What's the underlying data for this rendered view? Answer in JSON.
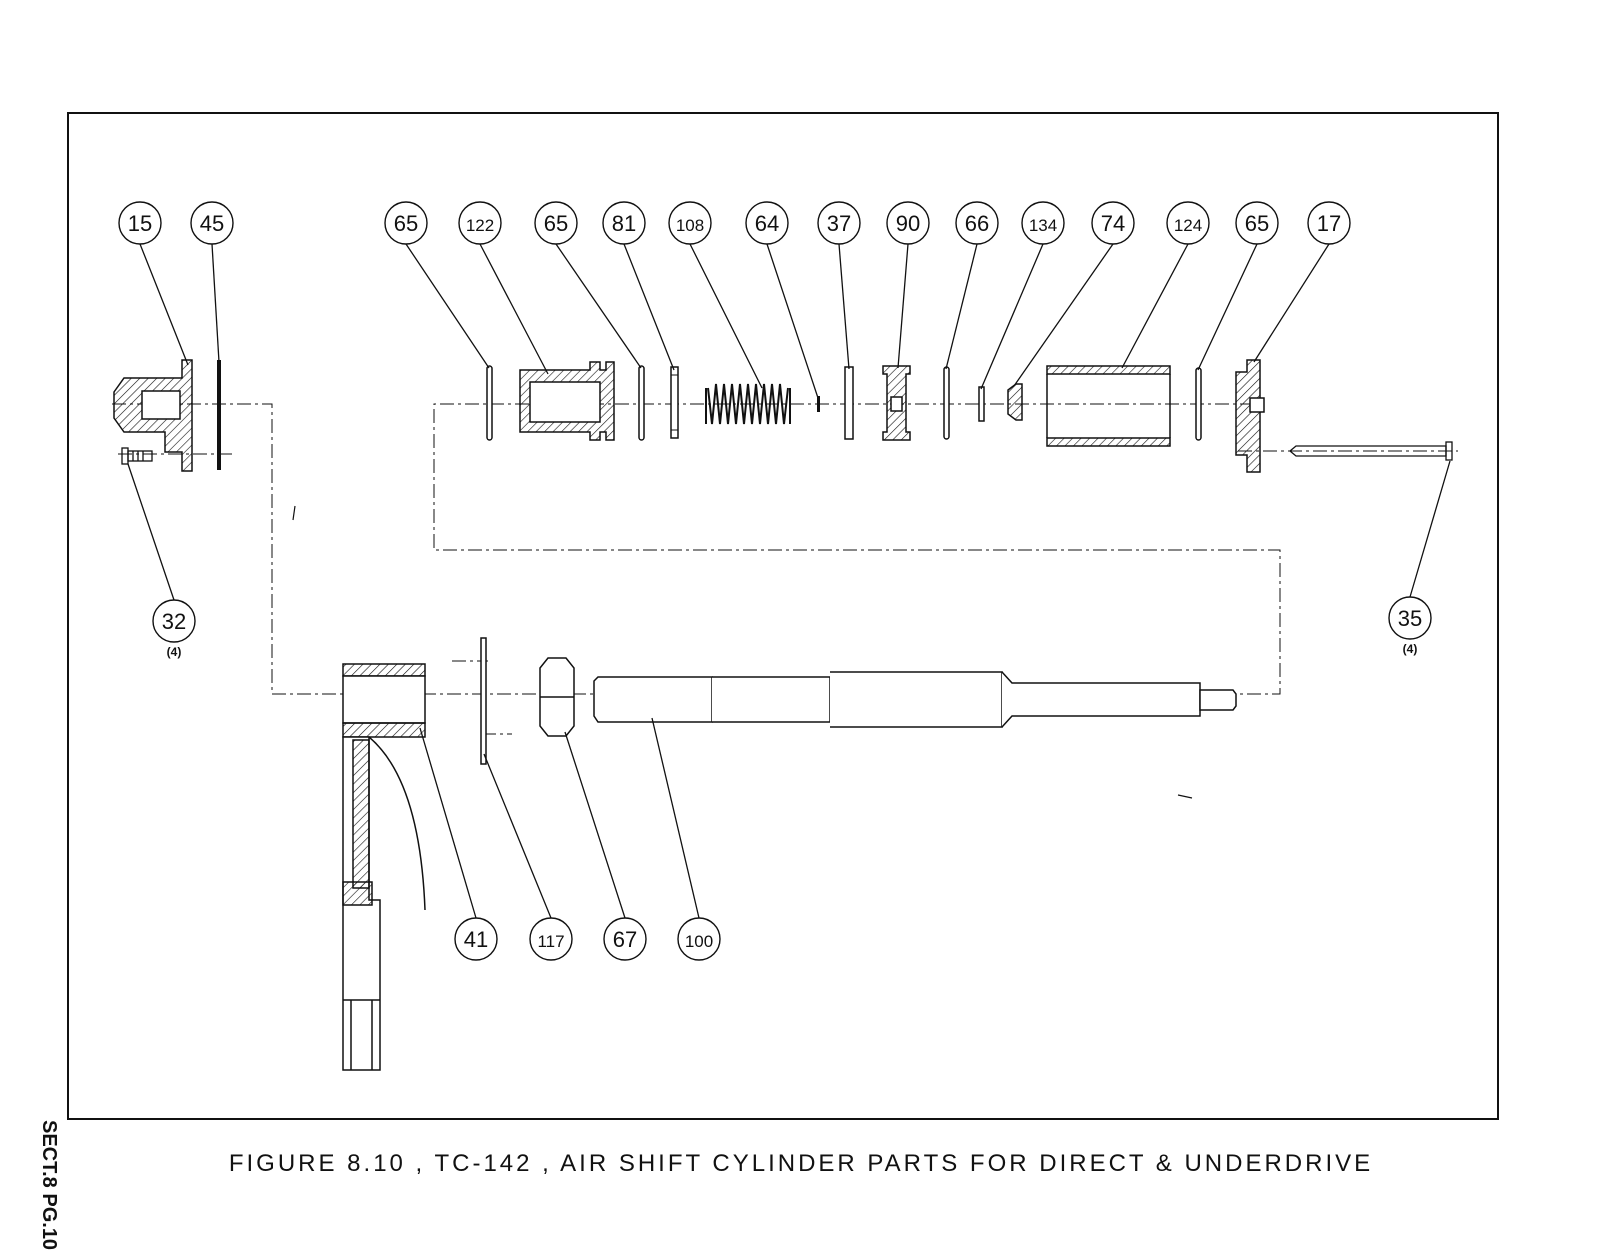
{
  "figure": {
    "caption": "FIGURE 8.10 , TC-142 , AIR SHIFT CYLINDER PARTS FOR DIRECT & UNDERDRIVE",
    "section_label": "SECT.8 PG.10"
  },
  "callouts": [
    {
      "id": "c15",
      "label": "15",
      "qty": ""
    },
    {
      "id": "c45",
      "label": "45",
      "qty": ""
    },
    {
      "id": "c65a",
      "label": "65",
      "qty": ""
    },
    {
      "id": "c122",
      "label": "122",
      "qty": ""
    },
    {
      "id": "c65b",
      "label": "65",
      "qty": ""
    },
    {
      "id": "c81",
      "label": "81",
      "qty": ""
    },
    {
      "id": "c108",
      "label": "108",
      "qty": ""
    },
    {
      "id": "c64",
      "label": "64",
      "qty": ""
    },
    {
      "id": "c37",
      "label": "37",
      "qty": ""
    },
    {
      "id": "c90",
      "label": "90",
      "qty": ""
    },
    {
      "id": "c66",
      "label": "66",
      "qty": ""
    },
    {
      "id": "c134",
      "label": "134",
      "qty": ""
    },
    {
      "id": "c74",
      "label": "74",
      "qty": ""
    },
    {
      "id": "c124",
      "label": "124",
      "qty": ""
    },
    {
      "id": "c65c",
      "label": "65",
      "qty": ""
    },
    {
      "id": "c17",
      "label": "17",
      "qty": ""
    },
    {
      "id": "c32",
      "label": "32",
      "qty": "(4)"
    },
    {
      "id": "c35",
      "label": "35",
      "qty": "(4)"
    },
    {
      "id": "c41",
      "label": "41",
      "qty": ""
    },
    {
      "id": "c117",
      "label": "117",
      "qty": ""
    },
    {
      "id": "c67",
      "label": "67",
      "qty": ""
    },
    {
      "id": "c100",
      "label": "100",
      "qty": ""
    }
  ],
  "colors": {
    "ink": "#111111",
    "paper": "#ffffff"
  }
}
